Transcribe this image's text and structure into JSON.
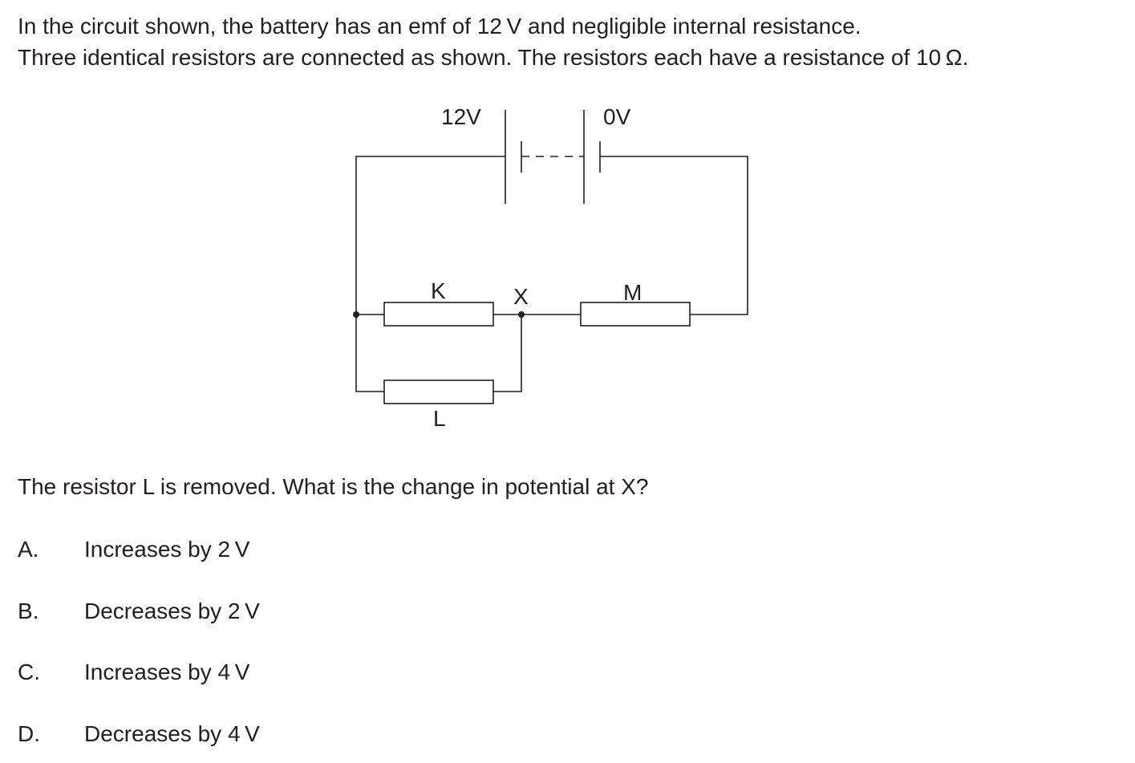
{
  "intro": [
    "In the circuit shown, the battery has an emf of 12 V and negligible internal resistance.",
    "Three identical resistors are connected as shown. The resistors each have a resistance of 10 Ω."
  ],
  "circuit": {
    "battery_left": "12V",
    "battery_right": "0V",
    "resistor_k": "K",
    "resistor_l": "L",
    "resistor_m": "M",
    "node_x": "X"
  },
  "question": "The resistor L is removed. What is the change in potential at X?",
  "options": [
    {
      "letter": "A.",
      "text": "Increases by 2 V"
    },
    {
      "letter": "B.",
      "text": "Decreases by 2 V"
    },
    {
      "letter": "C.",
      "text": "Increases by 4 V"
    },
    {
      "letter": "D.",
      "text": "Decreases by 4 V"
    }
  ]
}
